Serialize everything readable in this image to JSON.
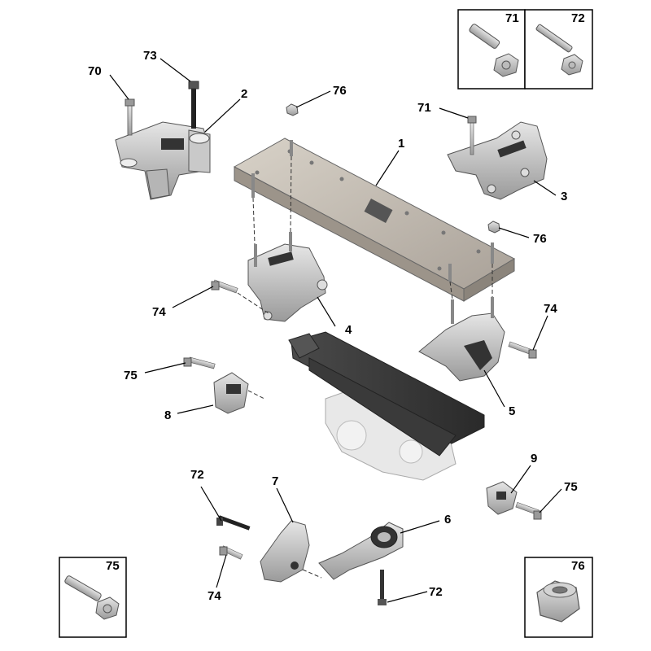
{
  "callouts": {
    "c1": "1",
    "c2": "2",
    "c3": "3",
    "c4": "4",
    "c5": "5",
    "c6": "6",
    "c7": "7",
    "c8": "8",
    "c9": "9",
    "c70": "70",
    "c71_top": "71",
    "c72_mid": "72",
    "c72_bot": "72",
    "c73": "73",
    "c74_left": "74",
    "c74_right": "74",
    "c74_bot": "74",
    "c75_left": "75",
    "c75_right": "75",
    "c76_top": "76",
    "c76_mid": "76"
  },
  "inset_boxes": {
    "box71": "71",
    "box72": "72",
    "box75": "75",
    "box76": "76"
  }
}
